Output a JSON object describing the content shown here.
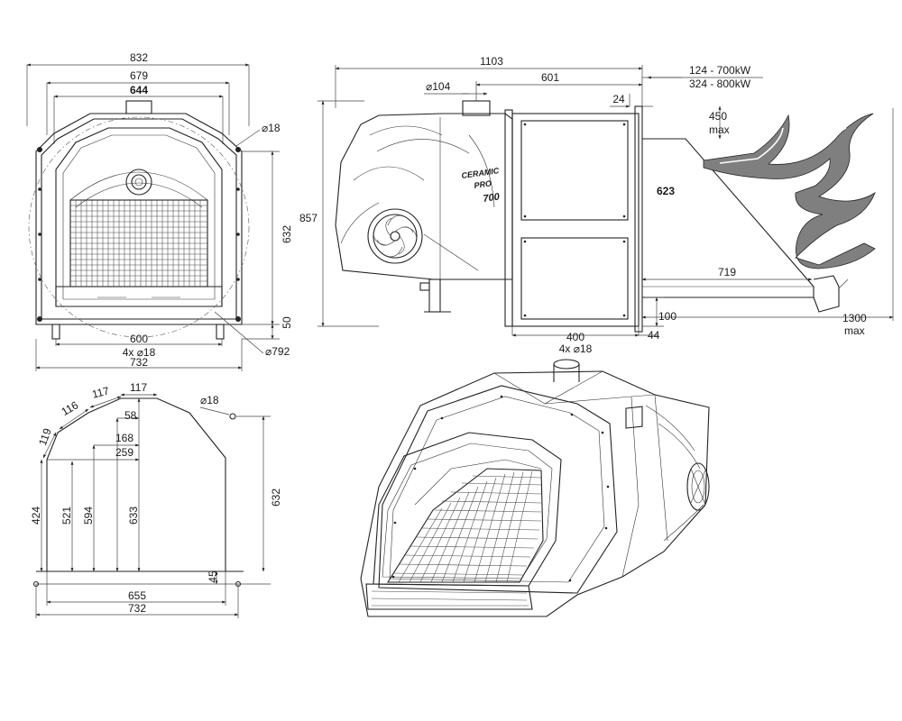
{
  "front_view": {
    "width_outer": "832",
    "width_mid": "679",
    "width_inner": "644",
    "hole_dia": "⌀18",
    "height": "632",
    "foot_height": "50",
    "base_width": "600",
    "base_holes": "4x ⌀18",
    "base_outer": "732",
    "circle_dia": "⌀792"
  },
  "side_view": {
    "total_length": "1103",
    "flange_to_end": "601",
    "pipe_dia": "⌀104",
    "flange_thickness": "24",
    "height": "857",
    "box_height": "623",
    "base_width": "400",
    "base_holes": "4x ⌀18",
    "flange_offset": "44",
    "bottom_offset": "100",
    "flame_inner_length": "719",
    "flame_height": "450",
    "flame_height_unit": "max",
    "flame_length": "1300",
    "flame_length_unit": "max",
    "power_range_1": "124 - 700kW",
    "power_range_2": "324 - 800kW",
    "brand_line1": "CERAMIC",
    "brand_line2": "PRO",
    "brand_model": "700"
  },
  "profile_view": {
    "seg_119": "119",
    "seg_116": "116",
    "seg_117a": "117",
    "seg_117b": "117",
    "w_58": "58",
    "w_168": "168",
    "w_259": "259",
    "hole_dia": "⌀18",
    "h_424": "424",
    "h_521": "521",
    "h_594": "594",
    "h_633": "633",
    "h_632": "632",
    "h_45": "45",
    "w_655": "655",
    "w_732": "732"
  }
}
